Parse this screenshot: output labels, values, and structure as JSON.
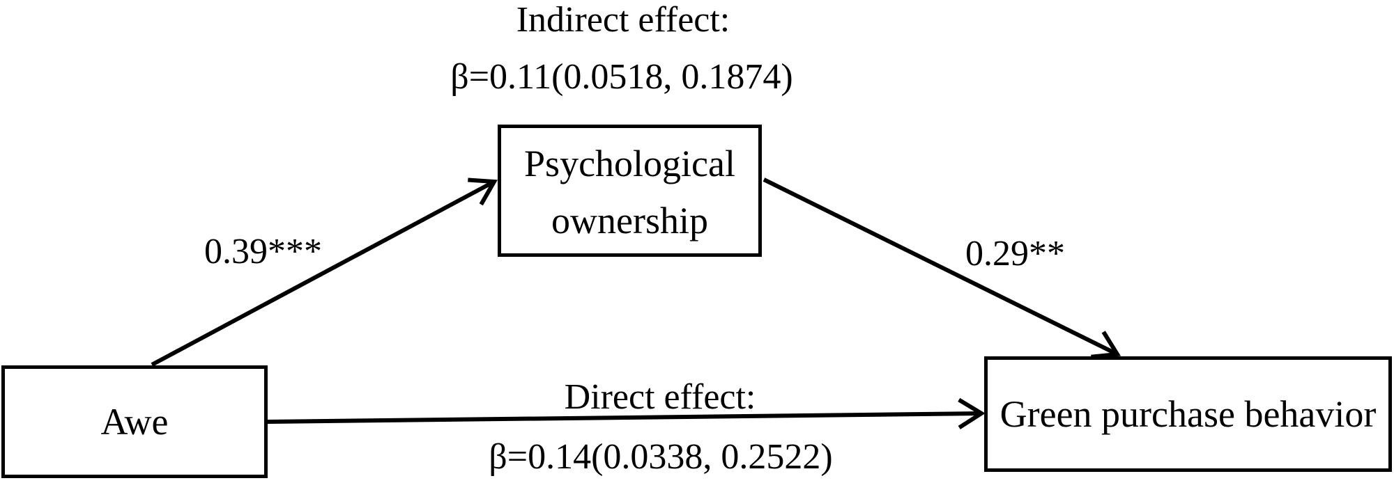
{
  "colors": {
    "background": "#ffffff",
    "line": "#000000",
    "text": "#000000"
  },
  "nodes": {
    "awe": {
      "label": "Awe"
    },
    "mediator": {
      "label": "Psychological ownership",
      "lines": [
        "Psychological",
        "ownership"
      ]
    },
    "outcome": {
      "label": "Green purchase behavior"
    }
  },
  "paths": {
    "a": {
      "from": "Awe",
      "to": "Psychological ownership",
      "label": "0.39***"
    },
    "b": {
      "from": "Psychological ownership",
      "to": "Green purchase behavior",
      "label": "0.29**"
    },
    "direct": {
      "from": "Awe",
      "to": "Green purchase behavior"
    }
  },
  "annotations": {
    "indirect_effect": {
      "title": "Indirect effect:",
      "value": "β=0.11(0.0518, 0.1874)"
    },
    "direct_effect": {
      "title": "Direct effect:",
      "value": "β=0.14(0.0338, 0.2522)"
    }
  }
}
